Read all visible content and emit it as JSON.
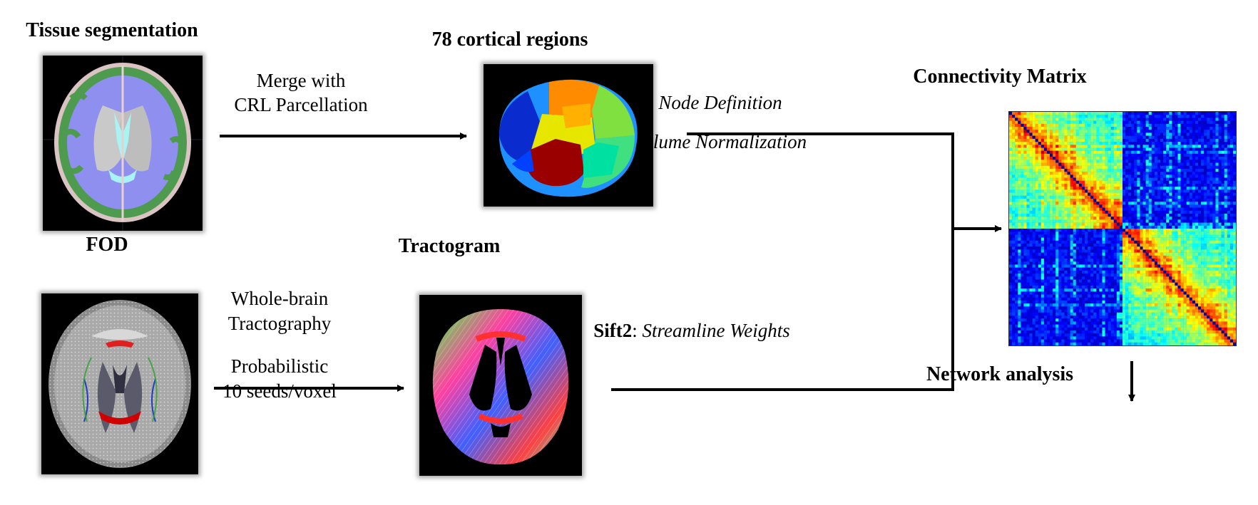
{
  "panels": {
    "tissue_segmentation": {
      "title": "Tissue segmentation"
    },
    "cortical_regions": {
      "title": "78 cortical regions"
    },
    "fod": {
      "title": "FOD"
    },
    "tractogram": {
      "title": "Tractogram"
    },
    "connectivity_matrix": {
      "title": "Connectivity Matrix"
    }
  },
  "steps": {
    "merge_line1": "Merge with",
    "merge_line2": "CRL Parcellation",
    "node_definition": "Node Definition",
    "volume_normalization": "Volume Normalization",
    "whole_brain_line1": "Whole-brain",
    "whole_brain_line2": "Tractography",
    "probabilistic_line1": "Probabilistic",
    "probabilistic_line2": "10 seeds/voxel",
    "sift2_bold": "Sift2",
    "sift2_sep": ": ",
    "sift2_italic": "Streamline Weights",
    "network_analysis": "Network analysis"
  },
  "colors": {
    "white_matter": "#8f8ff0",
    "gray_matter": "#4e9a4e",
    "ventricles": "#a8f4f4",
    "deep_gray": "#c9c9c9",
    "matrix_low": "#00008f",
    "matrix_high": "#c80000",
    "arrow": "#000000"
  }
}
